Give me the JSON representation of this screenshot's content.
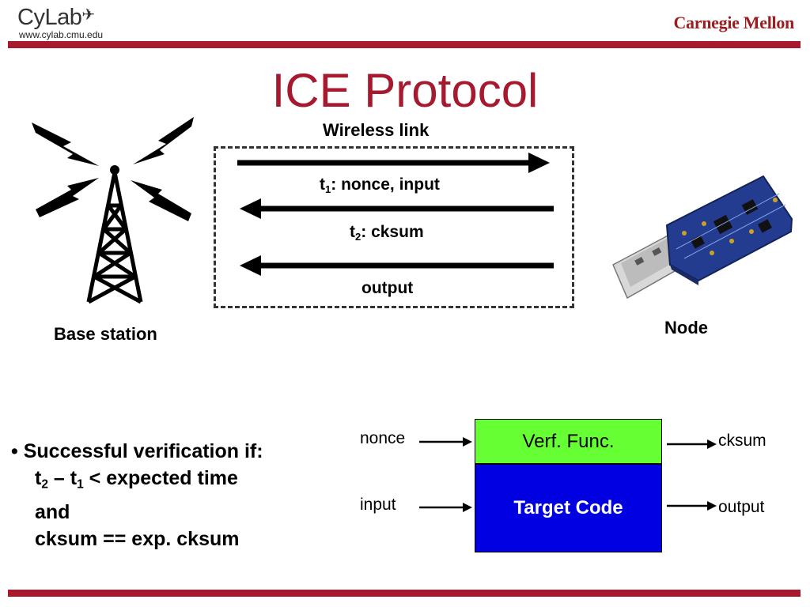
{
  "header": {
    "logo_left": "CyLab",
    "logo_left_url": "www.cylab.cmu.edu",
    "logo_right": "Carnegie Mellon"
  },
  "title": "ICE Protocol",
  "wireless": {
    "label": "Wireless link",
    "msg1_t": "t",
    "msg1_sub": "1",
    "msg1_rest": ": nonce, input",
    "msg2_t": "t",
    "msg2_sub": "2",
    "msg2_rest": ": cksum",
    "msg3": "output"
  },
  "base_station_label": "Base station",
  "node_label": "Node",
  "verification": {
    "bullet": "•",
    "line1": "Successful verification if:",
    "t2": "t",
    "t2_sub": "2",
    "dash": " – t",
    "t1_sub": "1",
    "line2_rest": " < expected time",
    "line3": "and",
    "line4": "cksum == exp. cksum"
  },
  "function_diagram": {
    "in1": "nonce",
    "in2": "input",
    "box_top": "Verf. Func.",
    "box_bottom": "Target Code",
    "out1": "cksum",
    "out2": "output"
  },
  "colors": {
    "brand_red": "#a6192e",
    "verf_green": "#66ff33",
    "target_blue": "#0000e0"
  }
}
